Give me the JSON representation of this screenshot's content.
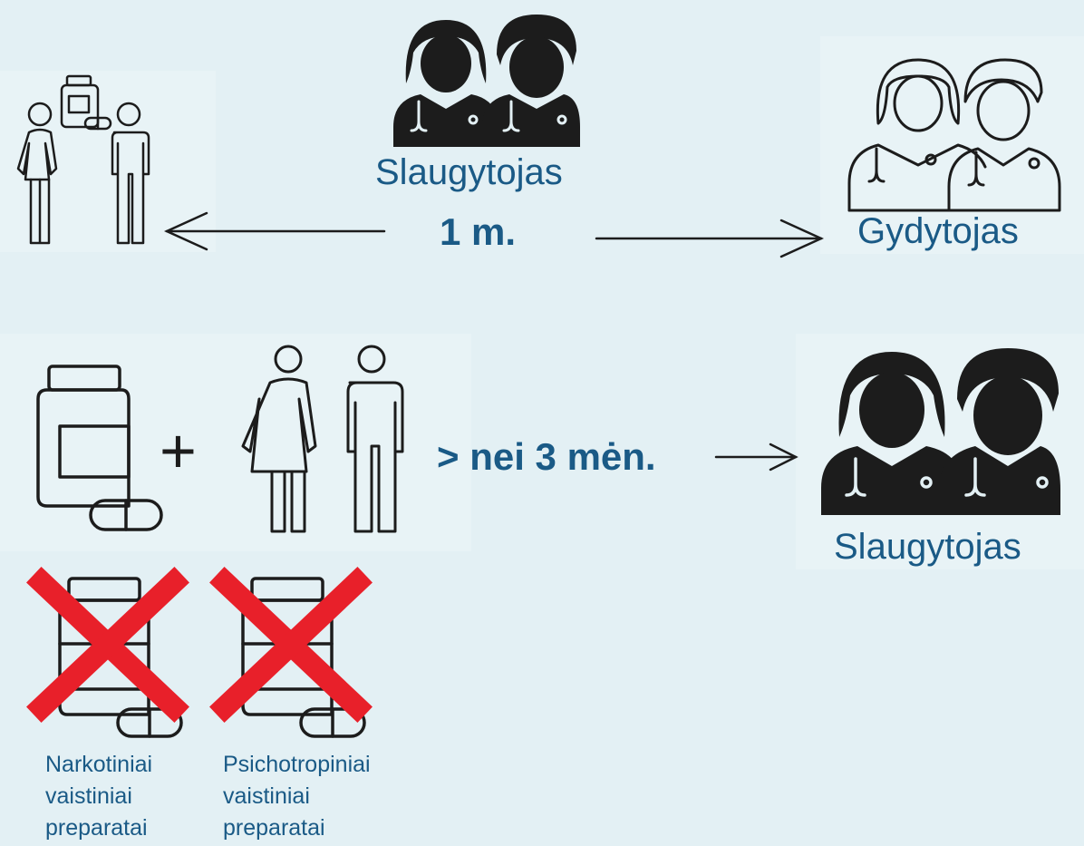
{
  "top_row": {
    "center_role": "Slaugytojas",
    "duration": "1 m.",
    "right_role": "Gydytojas"
  },
  "bottom_row": {
    "plus": "+",
    "duration": "> nei 3 mėn.",
    "right_role": "Slaugytojas"
  },
  "excluded": [
    {
      "line1": "Narkotiniai",
      "line2": "vaistiniai",
      "line3": "preparatai"
    },
    {
      "line1": "Psichotropiniai",
      "line2": "vaistiniai",
      "line3": "preparatai"
    }
  ],
  "colors": {
    "text": "#1a5a86",
    "cross": "#e8202a",
    "icon": "#1c1c1c"
  }
}
